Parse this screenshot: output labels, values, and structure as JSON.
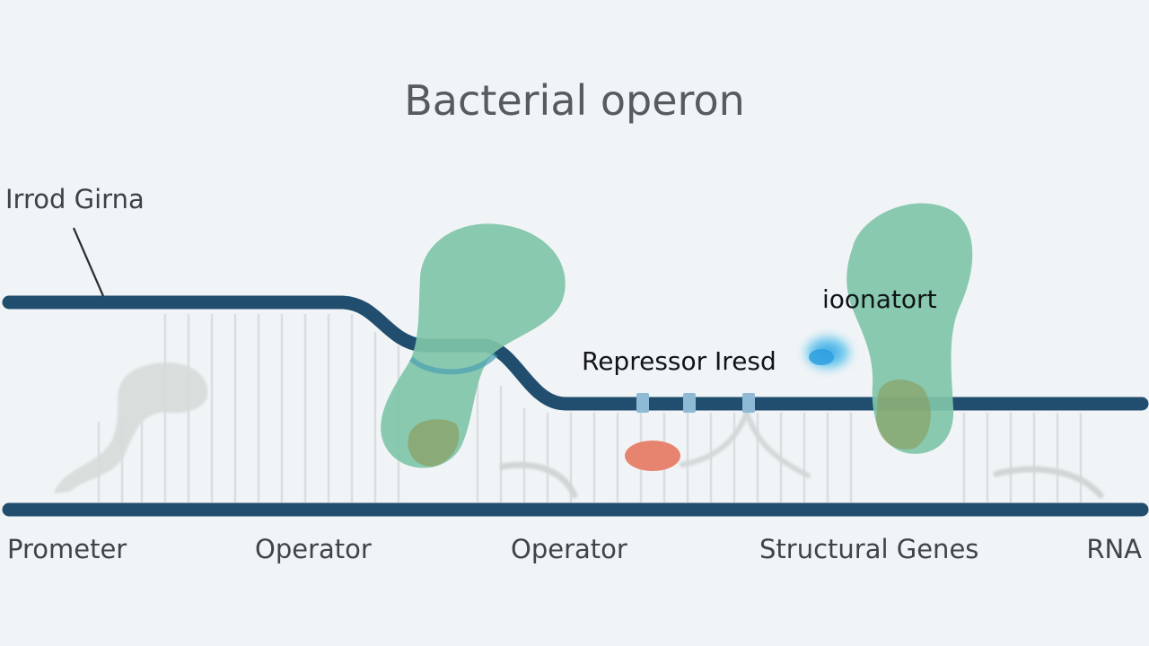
{
  "diagram": {
    "title": "Bacterial operon",
    "callouts": {
      "top_left": "Irrod Girna",
      "right_upper": "ioonatort",
      "repressor": "Repressor Iresd"
    },
    "region_labels": {
      "promoter": "Prometer",
      "operator_1": "Operator",
      "operator_2": "Operator",
      "structural_genes": "Structural Genes",
      "rna": "RNA"
    },
    "colors": {
      "background": "#f1f4f6",
      "dna_strand": "#214e6e",
      "protein_green": "#7fc4a8",
      "protein_core": "#8a9b5a",
      "ghost_shape": "#d8dcdc",
      "marker": "#e7846f",
      "inducer": "#4db2e6",
      "tick": "#8fbad6"
    }
  }
}
